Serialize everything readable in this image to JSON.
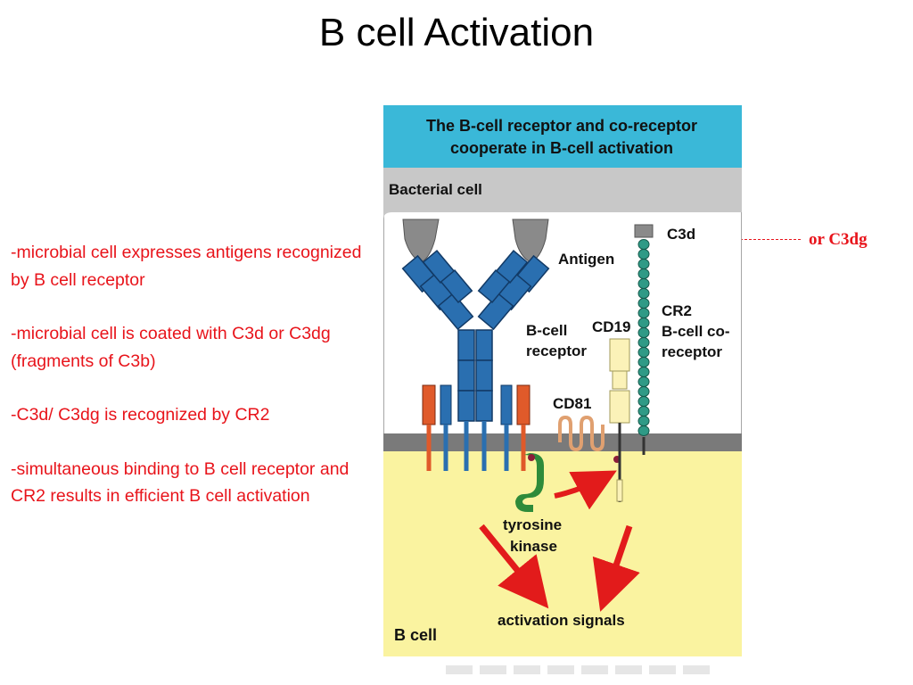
{
  "title": "B cell Activation",
  "bullets": [
    "-microbial cell expresses antigens recognized by B cell receptor",
    "-microbial cell is coated with C3d or C3dg (fragments of C3b)",
    "-C3d/ C3dg is recognized by CR2",
    "-simultaneous binding to B cell receptor and CR2 results in efficient B cell activation"
  ],
  "side_note": "or C3dg",
  "figure": {
    "header_line1": "The B-cell receptor and co-receptor",
    "header_line2": "cooperate in B-cell activation",
    "bacterial_cell": "Bacterial cell",
    "antigen": "Antigen",
    "c3d": "C3d",
    "cd19": "CD19",
    "cr2_line1": "CR2",
    "cr2_line2": "B-cell co-",
    "cr2_line3": "receptor",
    "bcr_line1": "B-cell",
    "bcr_line2": "receptor",
    "cd81": "CD81",
    "tyrosine_line1": "tyrosine",
    "tyrosine_line2": "kinase",
    "activation_signals": "activation signals",
    "b_cell": "B cell"
  },
  "colors": {
    "header": "#3ab8d8",
    "bacterial": "#c8c8c8",
    "b_cell_interior": "#faf3a0",
    "antibody": "#2a6fb0",
    "cr2": "#2f9a86",
    "cd19": "#fbf2b8",
    "cd81": "#e0a070",
    "orange_chain": "#e05a2a",
    "kinase": "#2e8b3a",
    "arrow": "#e21b1b",
    "text_red": "#e8141b"
  }
}
